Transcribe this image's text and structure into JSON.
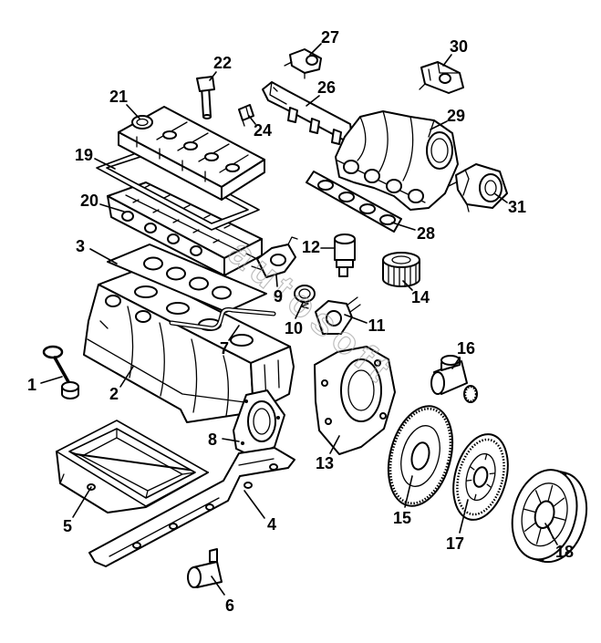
{
  "diagram": {
    "callouts": [
      "1",
      "2",
      "3",
      "4",
      "5",
      "6",
      "7",
      "8",
      "9",
      "10",
      "11",
      "12",
      "13",
      "14",
      "15",
      "16",
      "17",
      "18",
      "19",
      "20",
      "21",
      "22",
      "24",
      "26",
      "27",
      "28",
      "29",
      "30",
      "31"
    ],
    "watermark": "autosoft",
    "colors": {
      "line": "#000000",
      "background": "#ffffff",
      "watermark": "#9a9a9a"
    }
  }
}
